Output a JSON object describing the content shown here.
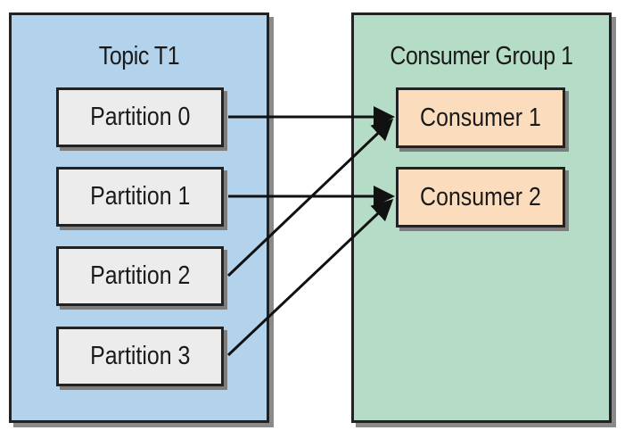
{
  "topic": {
    "title": "Topic T1",
    "partitions": [
      "Partition 0",
      "Partition 1",
      "Partition 2",
      "Partition 3"
    ]
  },
  "consumer_group": {
    "title": "Consumer Group 1",
    "consumers": [
      "Consumer 1",
      "Consumer 2"
    ]
  },
  "assignments": [
    {
      "partition": "Partition 0",
      "consumer": "Consumer 1"
    },
    {
      "partition": "Partition 1",
      "consumer": "Consumer 2"
    },
    {
      "partition": "Partition 2",
      "consumer": "Consumer 1"
    },
    {
      "partition": "Partition 3",
      "consumer": "Consumer 2"
    }
  ],
  "colors": {
    "topic_background": "#b3d3ec",
    "consumer_group_background": "#b4dcc6",
    "partition_background": "#ececec",
    "consumer_background": "#fbdcbc",
    "border": "#222222"
  }
}
